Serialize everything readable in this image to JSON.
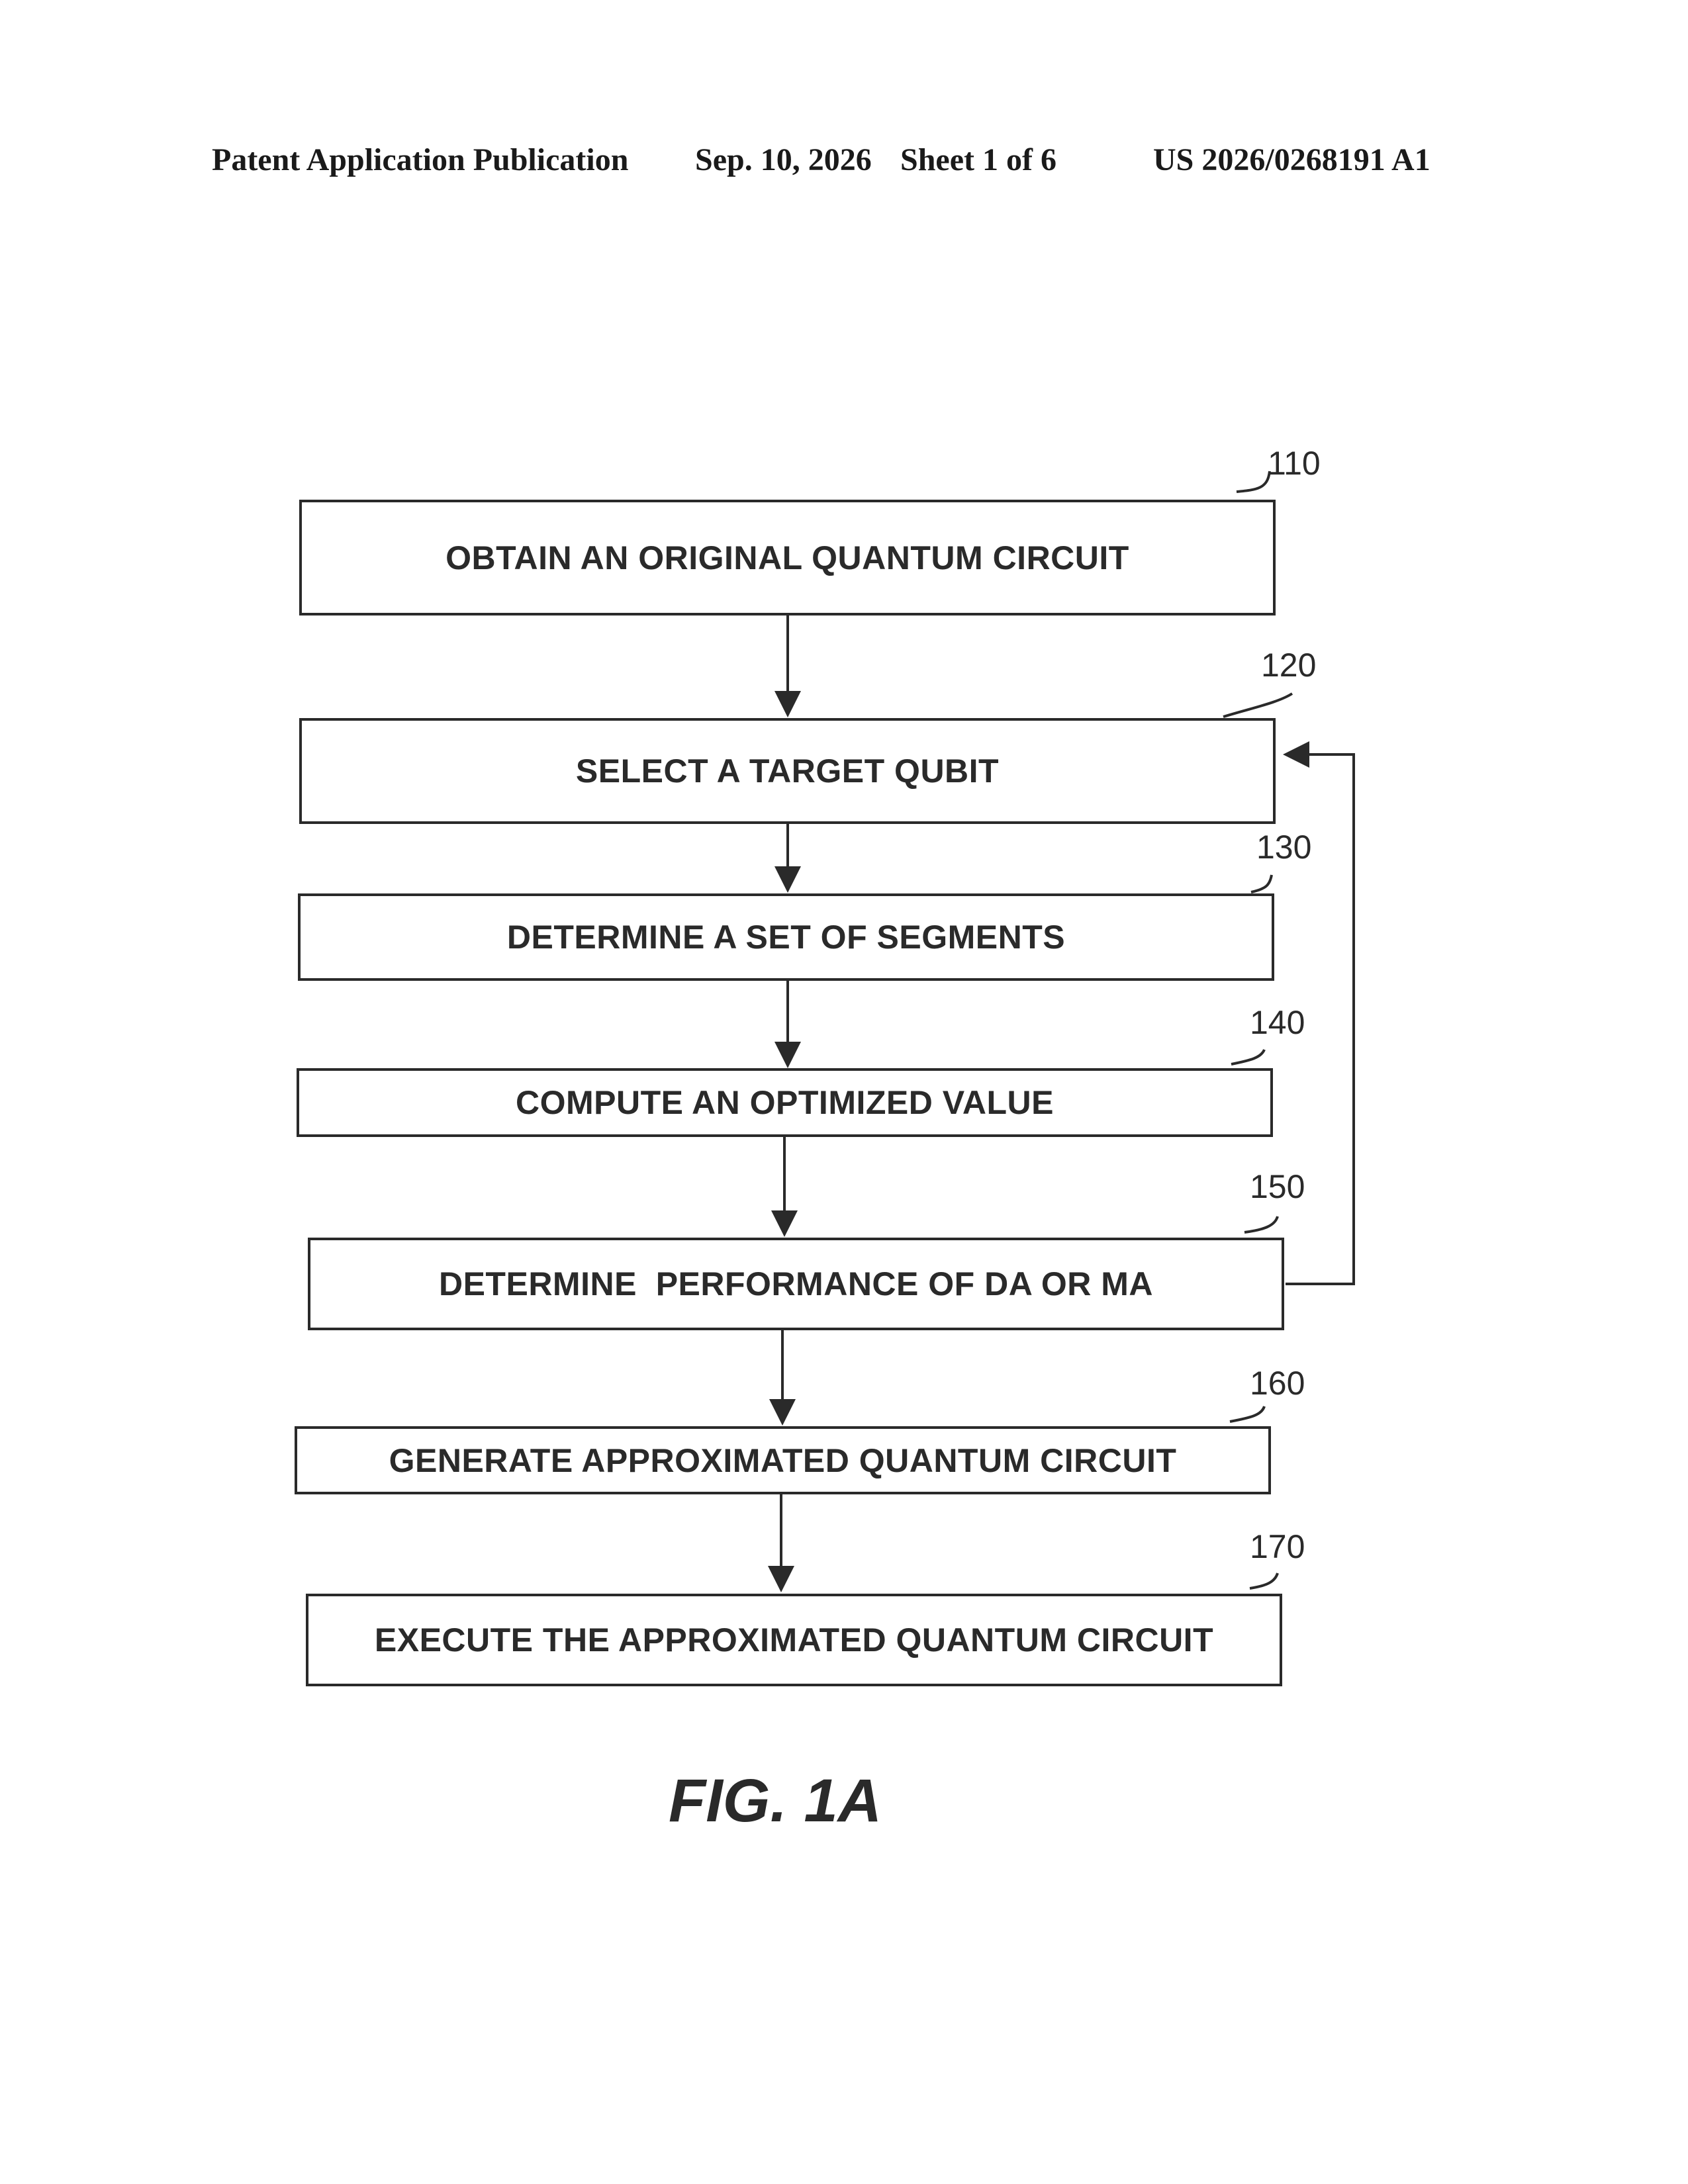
{
  "header": {
    "publication": "Patent Application Publication",
    "date": "Sep. 10, 2026",
    "sheet": "Sheet 1 of 6",
    "number": "US 2026/0268191 A1"
  },
  "steps": [
    {
      "ref": "110",
      "label": "OBTAIN AN ORIGINAL QUANTUM CIRCUIT"
    },
    {
      "ref": "120",
      "label": "SELECT A TARGET QUBIT"
    },
    {
      "ref": "130",
      "label": "DETERMINE A SET OF SEGMENTS"
    },
    {
      "ref": "140",
      "label": "COMPUTE AN OPTIMIZED VALUE"
    },
    {
      "ref": "150",
      "label": "DETERMINE  PERFORMANCE OF DA OR MA"
    },
    {
      "ref": "160",
      "label": "GENERATE APPROXIMATED QUANTUM CIRCUIT"
    },
    {
      "ref": "170",
      "label": "EXECUTE THE APPROXIMATED QUANTUM CIRCUIT"
    }
  ],
  "figure": {
    "caption": "FIG. 1A"
  }
}
